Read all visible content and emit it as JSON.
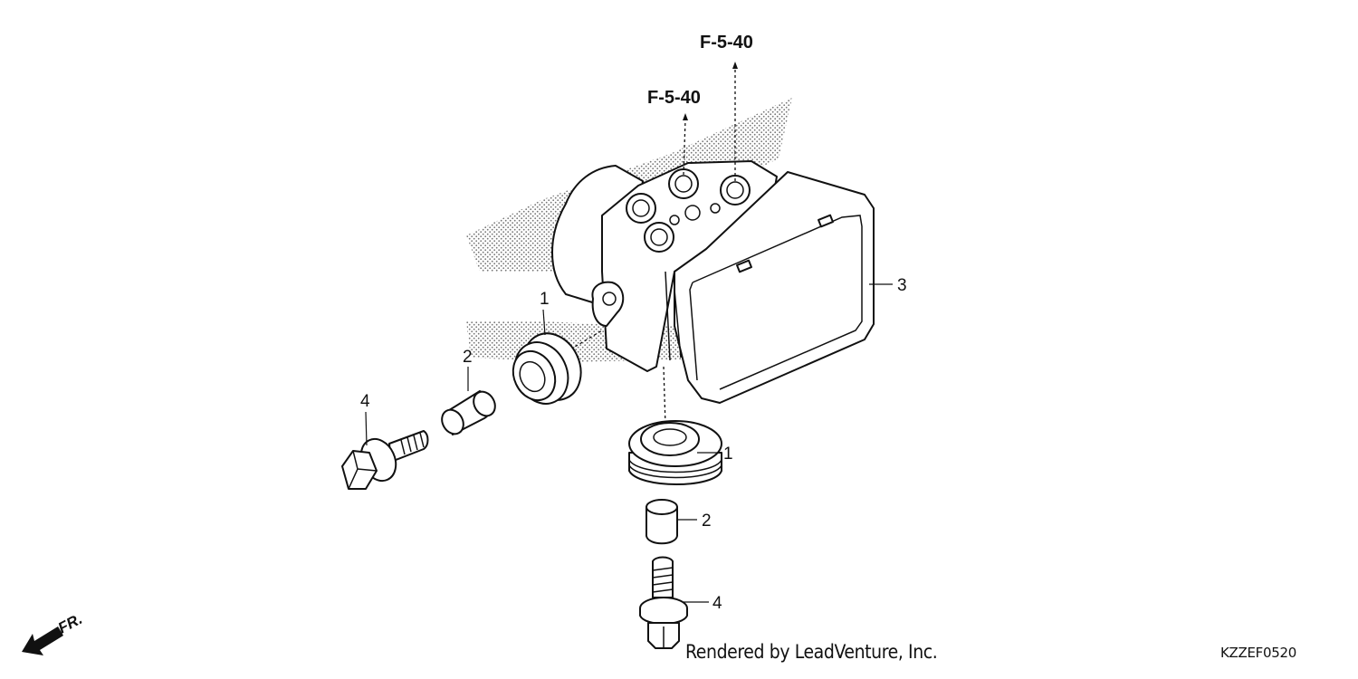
{
  "diagram": {
    "references": [
      {
        "id": "ref-upper",
        "label": "F-5-40"
      },
      {
        "id": "ref-lower",
        "label": "F-5-40"
      }
    ],
    "callouts": [
      {
        "id": "grommet-upper",
        "number": "1"
      },
      {
        "id": "grommet-lower",
        "number": "1"
      },
      {
        "id": "collar-left",
        "number": "2"
      },
      {
        "id": "collar-lower",
        "number": "2"
      },
      {
        "id": "abs-modulator",
        "number": "3"
      },
      {
        "id": "bolt-left",
        "number": "4"
      },
      {
        "id": "bolt-lower",
        "number": "4"
      }
    ],
    "direction_label": "FR.",
    "credit": "Rendered by LeadVenture, Inc.",
    "code": "KZZEF0520"
  }
}
